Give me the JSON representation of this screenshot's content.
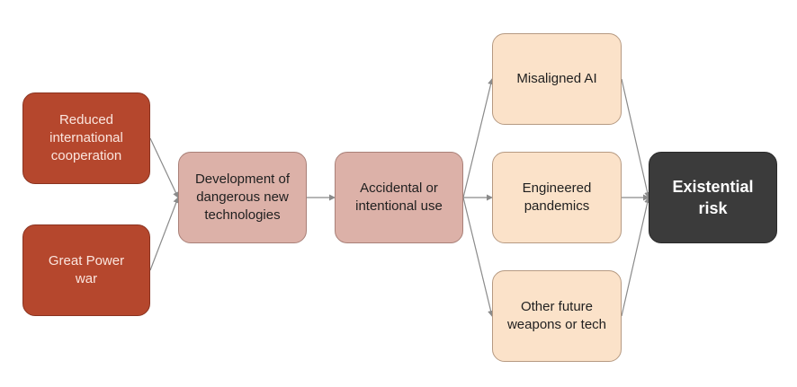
{
  "nodes": {
    "reduced_cooperation": "Reduced\ninternational\ncooperation",
    "great_power_war": "Great Power\nwar",
    "development": "Development of\ndangerous new\ntechnologies",
    "use": "Accidental or\nintentional use",
    "misaligned_ai": "Misaligned AI",
    "engineered_pandemics": "Engineered\npandemics",
    "other_weapons": "Other future\nweapons or tech",
    "existential_risk": "Existential\nrisk"
  },
  "edges": [
    {
      "from": "reduced_cooperation",
      "to": "development"
    },
    {
      "from": "great_power_war",
      "to": "development"
    },
    {
      "from": "development",
      "to": "use"
    },
    {
      "from": "use",
      "to": "misaligned_ai"
    },
    {
      "from": "use",
      "to": "engineered_pandemics"
    },
    {
      "from": "use",
      "to": "other_weapons"
    },
    {
      "from": "misaligned_ai",
      "to": "existential_risk"
    },
    {
      "from": "engineered_pandemics",
      "to": "existential_risk"
    },
    {
      "from": "other_weapons",
      "to": "existential_risk"
    }
  ],
  "colors": {
    "cause_fill": "#b5472d",
    "intermediate_fill": "#dcb1a8",
    "risk_fill": "#fbe2c9",
    "outcome_fill": "#3b3b3b",
    "connector": "#8a8a8a"
  }
}
